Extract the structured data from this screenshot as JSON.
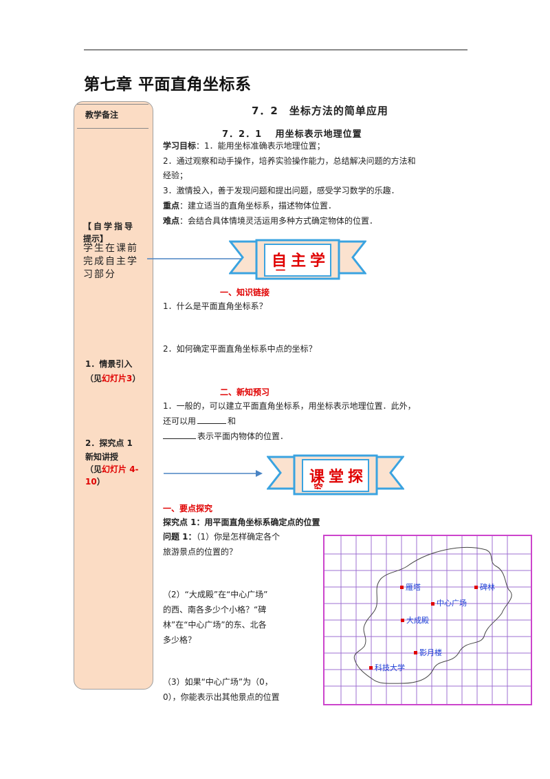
{
  "chapter_title": "第七章 平面直角坐标系",
  "notes": {
    "heading": "教学备注",
    "item1_title_a": "【自学指导",
    "item1_title_b": "提示】",
    "item1_text": "学生在课前完成自主学习部分",
    "item2_title": "1．情景引入",
    "item2_prefix": "（见",
    "item2_red": "幻灯片3",
    "item2_suffix": "）",
    "item3_title_a": "2．探究点 1",
    "item3_title_b": "新知讲授",
    "item3_prefix": "（见",
    "item3_red": "幻灯片 4-10",
    "item3_suffix": "）"
  },
  "section_title": "7．2　坐标方法的简单应用",
  "subsection_title": "7．2．1　 用坐标表示地理位置",
  "objectives": {
    "label": "学习目标",
    "line1": "：1．能用坐标准确表示地理位置；",
    "line2": "2．通过观察和动手操作，培养实验操作能力，总结解决问题的方法和",
    "line3": "经验；",
    "line4": "3．激情投入，善于发现问题和提出问题，感受学习数学的乐趣．",
    "key_label": "重点",
    "key_text": "：建立适当的直角坐标系，描述物体位置．",
    "difficulty_label": "难点",
    "difficulty_text": "：会结合具体情境灵活运用多种方式确定物体的位置．"
  },
  "banner1": {
    "text": "自主学",
    "under": "一"
  },
  "part1": {
    "heading": "一、知识链接",
    "q1": "1．什么是平面直角坐标系？",
    "q2": "2．如何确定平面直角坐标系中点的坐标？"
  },
  "part2": {
    "heading": "二、新知预习",
    "line1": "1．一般的，可以建立平面直角坐标系，用坐标表示地理位置．此外，",
    "line2_a": "还可以用",
    "line2_b": "和",
    "line3": "表示平面内物体的位置．"
  },
  "banner2": {
    "text": "课堂探",
    "under": "究"
  },
  "explore": {
    "heading": "一、要点探究",
    "point_title": "探究点 1：用平面直角坐标系确定点的位置",
    "q_label": "问题 1：",
    "q1a": "（1）你是怎样确定各个",
    "q1b": "旅游景点的位置的？",
    "q2a": "（2）“大成殿”在“中心广场”",
    "q2b": "的西、南各多少个小格？“碑",
    "q2c": "林”在“中心广场”的东、北各",
    "q2d": "多少格？",
    "q3a": "（3）如果“中心广场”为（0，",
    "q3b": "0），你能表示出其他景点的位置"
  },
  "map": {
    "spots": [
      "雁塔",
      "碑林",
      "中心广场",
      "大成殿",
      "影月楼",
      "科技大学"
    ]
  },
  "colors": {
    "panel": "#fbdcc4",
    "banner_fill": "#fbe2cf",
    "banner_border": "#3aa3e0",
    "accent_red": "#e00000",
    "map_border": "#cc44cc",
    "map_grid": "#9d6fd0",
    "map_label": "#1c3fd6"
  }
}
